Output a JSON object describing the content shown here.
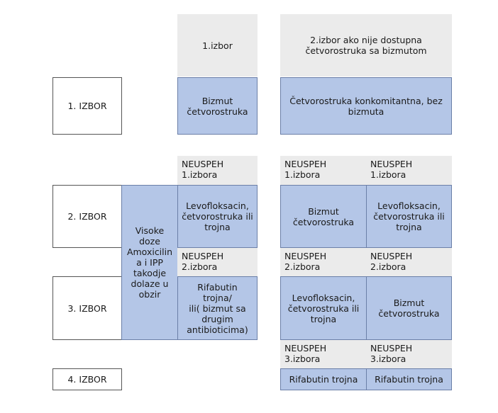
{
  "headers": {
    "col1": "1.izbor",
    "col2": "2.izbor ako nije dostupna\nčetvorostruka sa bizmutom"
  },
  "row_labels": {
    "first": "1. IZBOR",
    "second": "2. IZBOR",
    "third": "3. IZBOR",
    "fourth": "4. IZBOR"
  },
  "side_note": "Visoke\ndoze\nAmoxicilin\na i IPP\ntakodje\ndolaze u\nobzir",
  "fail_labels": {
    "first": "NEUSPEH\n1.izbora",
    "second": "NEUSPEH\n2.izbora",
    "third": "NEUSPEH\n3.izbora"
  },
  "column1": {
    "first": "Bizmut\nčetvorostruka",
    "second": "Levofloksacin,\nčetvorostruka ili\ntrojna",
    "third": "Rifabutin\ntrojna/\nili( bizmut sa\ndrugim\nantibioticima)"
  },
  "column2": {
    "first": "Četvorostruka konkomitantna, bez\nbizmuta",
    "second_left": "Bizmut\nčetvorostruka",
    "second_right": "Levofloksacin,\nčetvorostruka ili\ntrojna",
    "third_left": "Levofloksacin,\nčetvorostruka ili\ntrojna",
    "third_right": "Bizmut\nčetvorostruka",
    "fourth_left": "Rifabutin trojna",
    "fourth_right": "Rifabutin trojna"
  },
  "colors": {
    "blue_fill": "#b4c6e7",
    "grey_fill": "#ebebeb"
  }
}
